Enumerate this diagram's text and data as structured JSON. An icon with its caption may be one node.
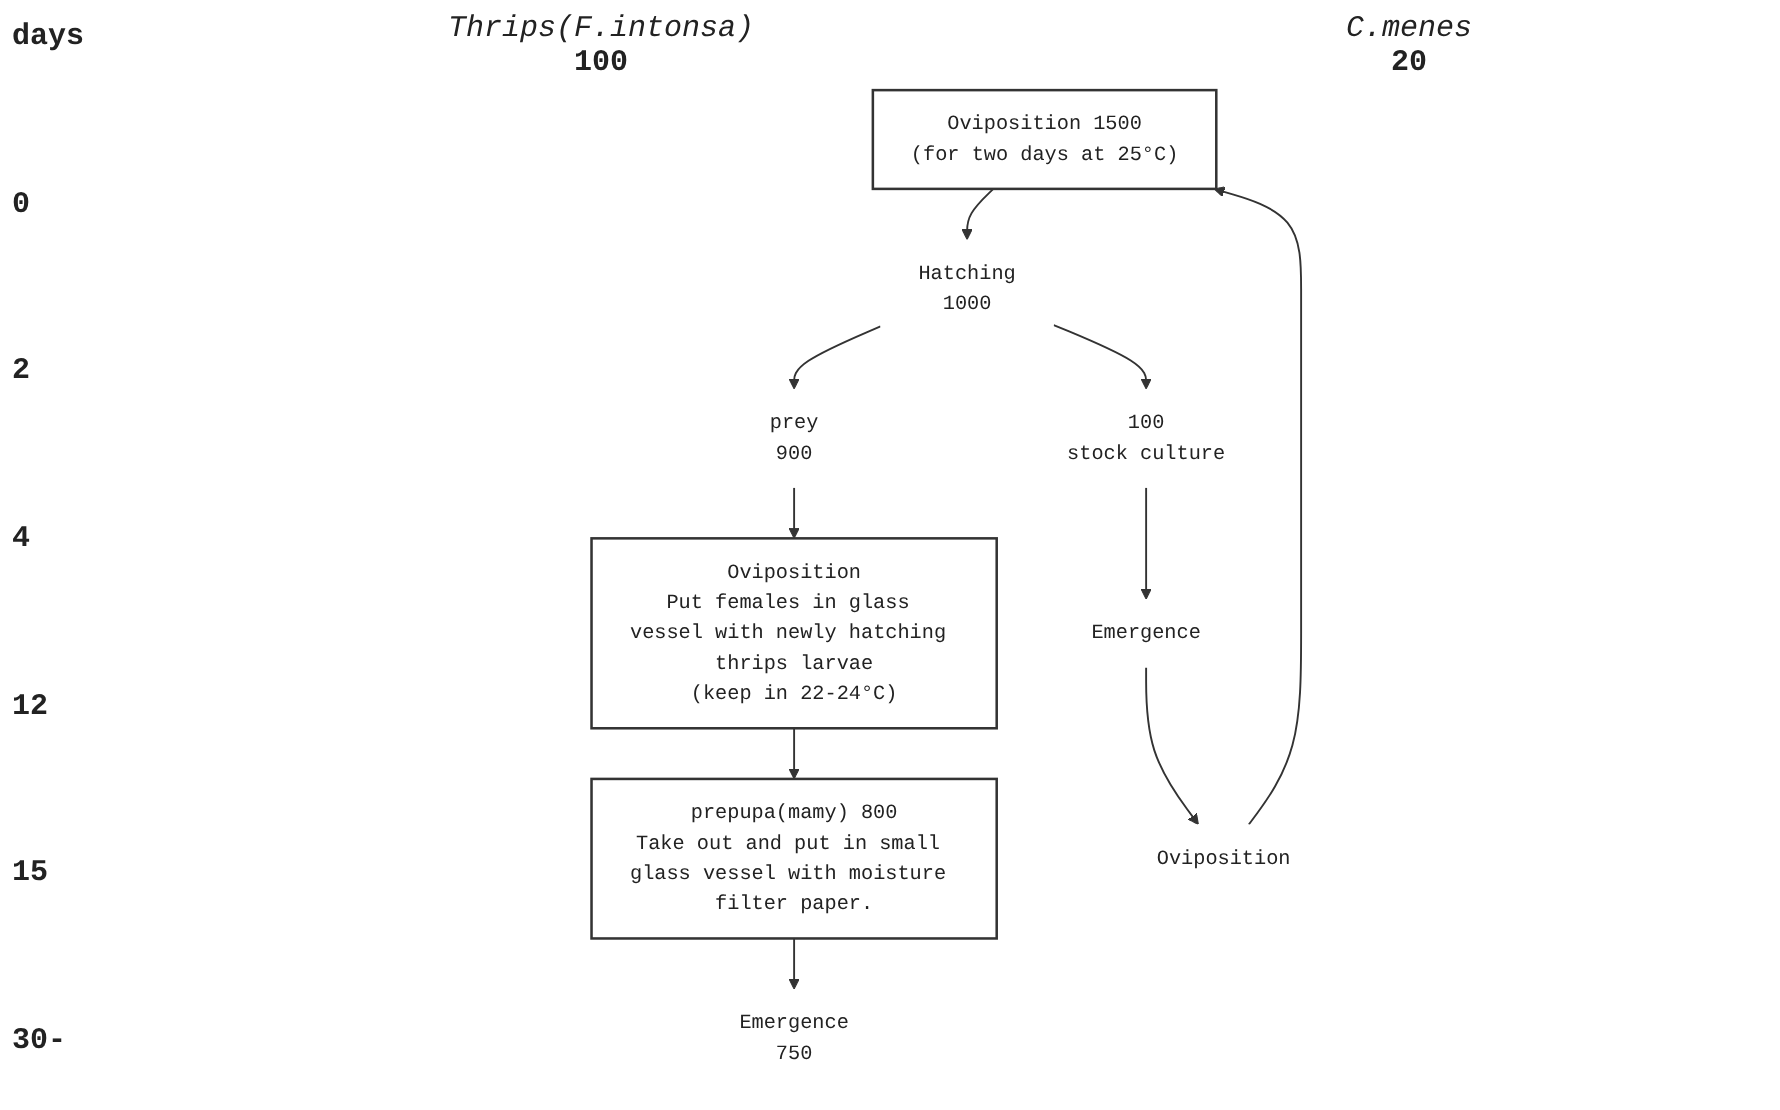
{
  "diagram": {
    "nodes": [
      {
        "text": [
          "Oviposition 1500",
          "(for two days at 25°C)"
        ]
      },
      {
        "text": [
          "Hatching",
          "1000"
        ]
      },
      {
        "text": [
          "prey",
          "900"
        ]
      },
      {
        "text": [
          "Oviposition",
          "Put females in glass vessel with newly hatching thrips larvae",
          "(keep in 22-24°C)"
        ]
      },
      {
        "text": [
          "100",
          "stock culture"
        ]
      },
      {
        "text": [
          "Emergence"
        ]
      },
      {
        "text": [
          "Oviposition"
        ]
      },
      {
        "text": [
          "prepupa(mamy) 800",
          "Take out and put in small glass vessel with moisture filter paper."
        ]
      },
      {
        "text": [
          "Emergence",
          "750"
        ]
      }
    ],
    "edges": [
      {
        "from": 0,
        "to": 1,
        "arrow": "to"
      },
      {
        "from": 1,
        "to": 2,
        "arrow": "to"
      },
      {
        "from": 2,
        "to": 3,
        "arrow": "to"
      },
      {
        "from": 1,
        "to": 4,
        "arrow": "to"
      },
      {
        "from": 4,
        "to": 5,
        "arrow": "to"
      },
      {
        "from": 5,
        "to": 6,
        "arrow": "to"
      },
      {
        "from": 6,
        "to": 0,
        "arrow": "to"
      },
      {
        "from": 3,
        "to": 7,
        "arrow": "to"
      },
      {
        "from": 7,
        "to": 8,
        "arrow": "to"
      }
    ],
    "labels": [
      "days",
      "Thrips(F.intonsa)",
      "C.menes",
      "100",
      "20",
      "0",
      "2",
      "4",
      "12",
      "15",
      "30-"
    ]
  }
}
